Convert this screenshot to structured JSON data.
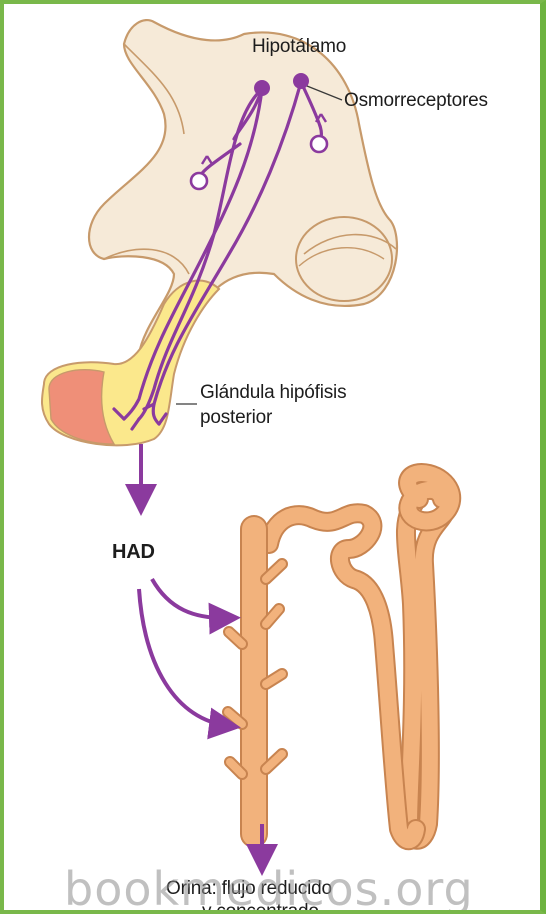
{
  "labels": {
    "hypothalamus": "Hipotálamo",
    "osmoreceptors": "Osmorreceptores",
    "posterior_pituitary_line1": "Glándula hipófisis",
    "posterior_pituitary_line2": "posterior",
    "hormone": "HAD",
    "urine_line1": "Orina: flujo reducido",
    "urine_line2": "y concentrado"
  },
  "watermark": "bookmedicos.org",
  "colors": {
    "frame_border": "#6db33f",
    "neuron": "#8b3a9e",
    "brain_tissue": "#f6ead8",
    "brain_outline": "#c79a6b",
    "pituitary_yellow": "#fbe88c",
    "pituitary_red": "#ef8f78",
    "nephron": "#f2b27c",
    "arrow": "#8b3a9e"
  }
}
